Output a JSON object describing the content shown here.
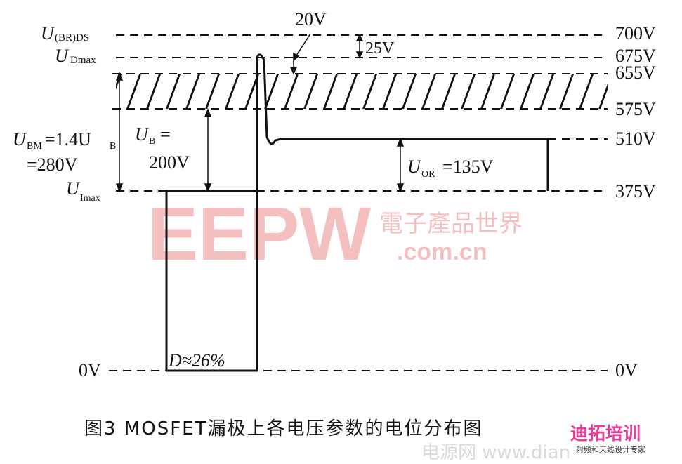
{
  "levels": {
    "u_br_ds": {
      "label_main": "U",
      "label_sub": "(BR)DS",
      "value": "700V"
    },
    "u_dmax": {
      "label_main": "U",
      "label_sub": "Dmax",
      "value": "675V"
    },
    "band_top": {
      "value": "655V"
    },
    "band_bottom": {
      "value": "575V"
    },
    "plateau": {
      "value": "510V"
    },
    "u_imax": {
      "label_main": "U",
      "label_sub": "Imax",
      "value": "375V"
    },
    "zero": {
      "left_value": "0V",
      "right_value": "0V"
    }
  },
  "annotations": {
    "spike": "20V",
    "margin": "25V",
    "ubm_line1_a": "U",
    "ubm_line1_sub1": "BM",
    "ubm_line1_b": "=1.4U",
    "ubm_line1_sub2": "B",
    "ubm_line2": "=280V",
    "ub_main": "U",
    "ub_sub": "B",
    "ub_eq": "=",
    "ub_value": "200V",
    "uor_main": "U",
    "uor_sub": "OR",
    "uor_value": "=135V",
    "duty": "D≈26%"
  },
  "caption": "图3  MOSFET漏极上各电压参数的电位分布图",
  "watermarks": {
    "logo": "EEPW",
    "logo_cn": "電子產品世界",
    "logo_url": ".com.cn",
    "source": "电源网 www.dian",
    "brand": "迪拓培训",
    "slogan": "射频和天线设计专家"
  }
}
